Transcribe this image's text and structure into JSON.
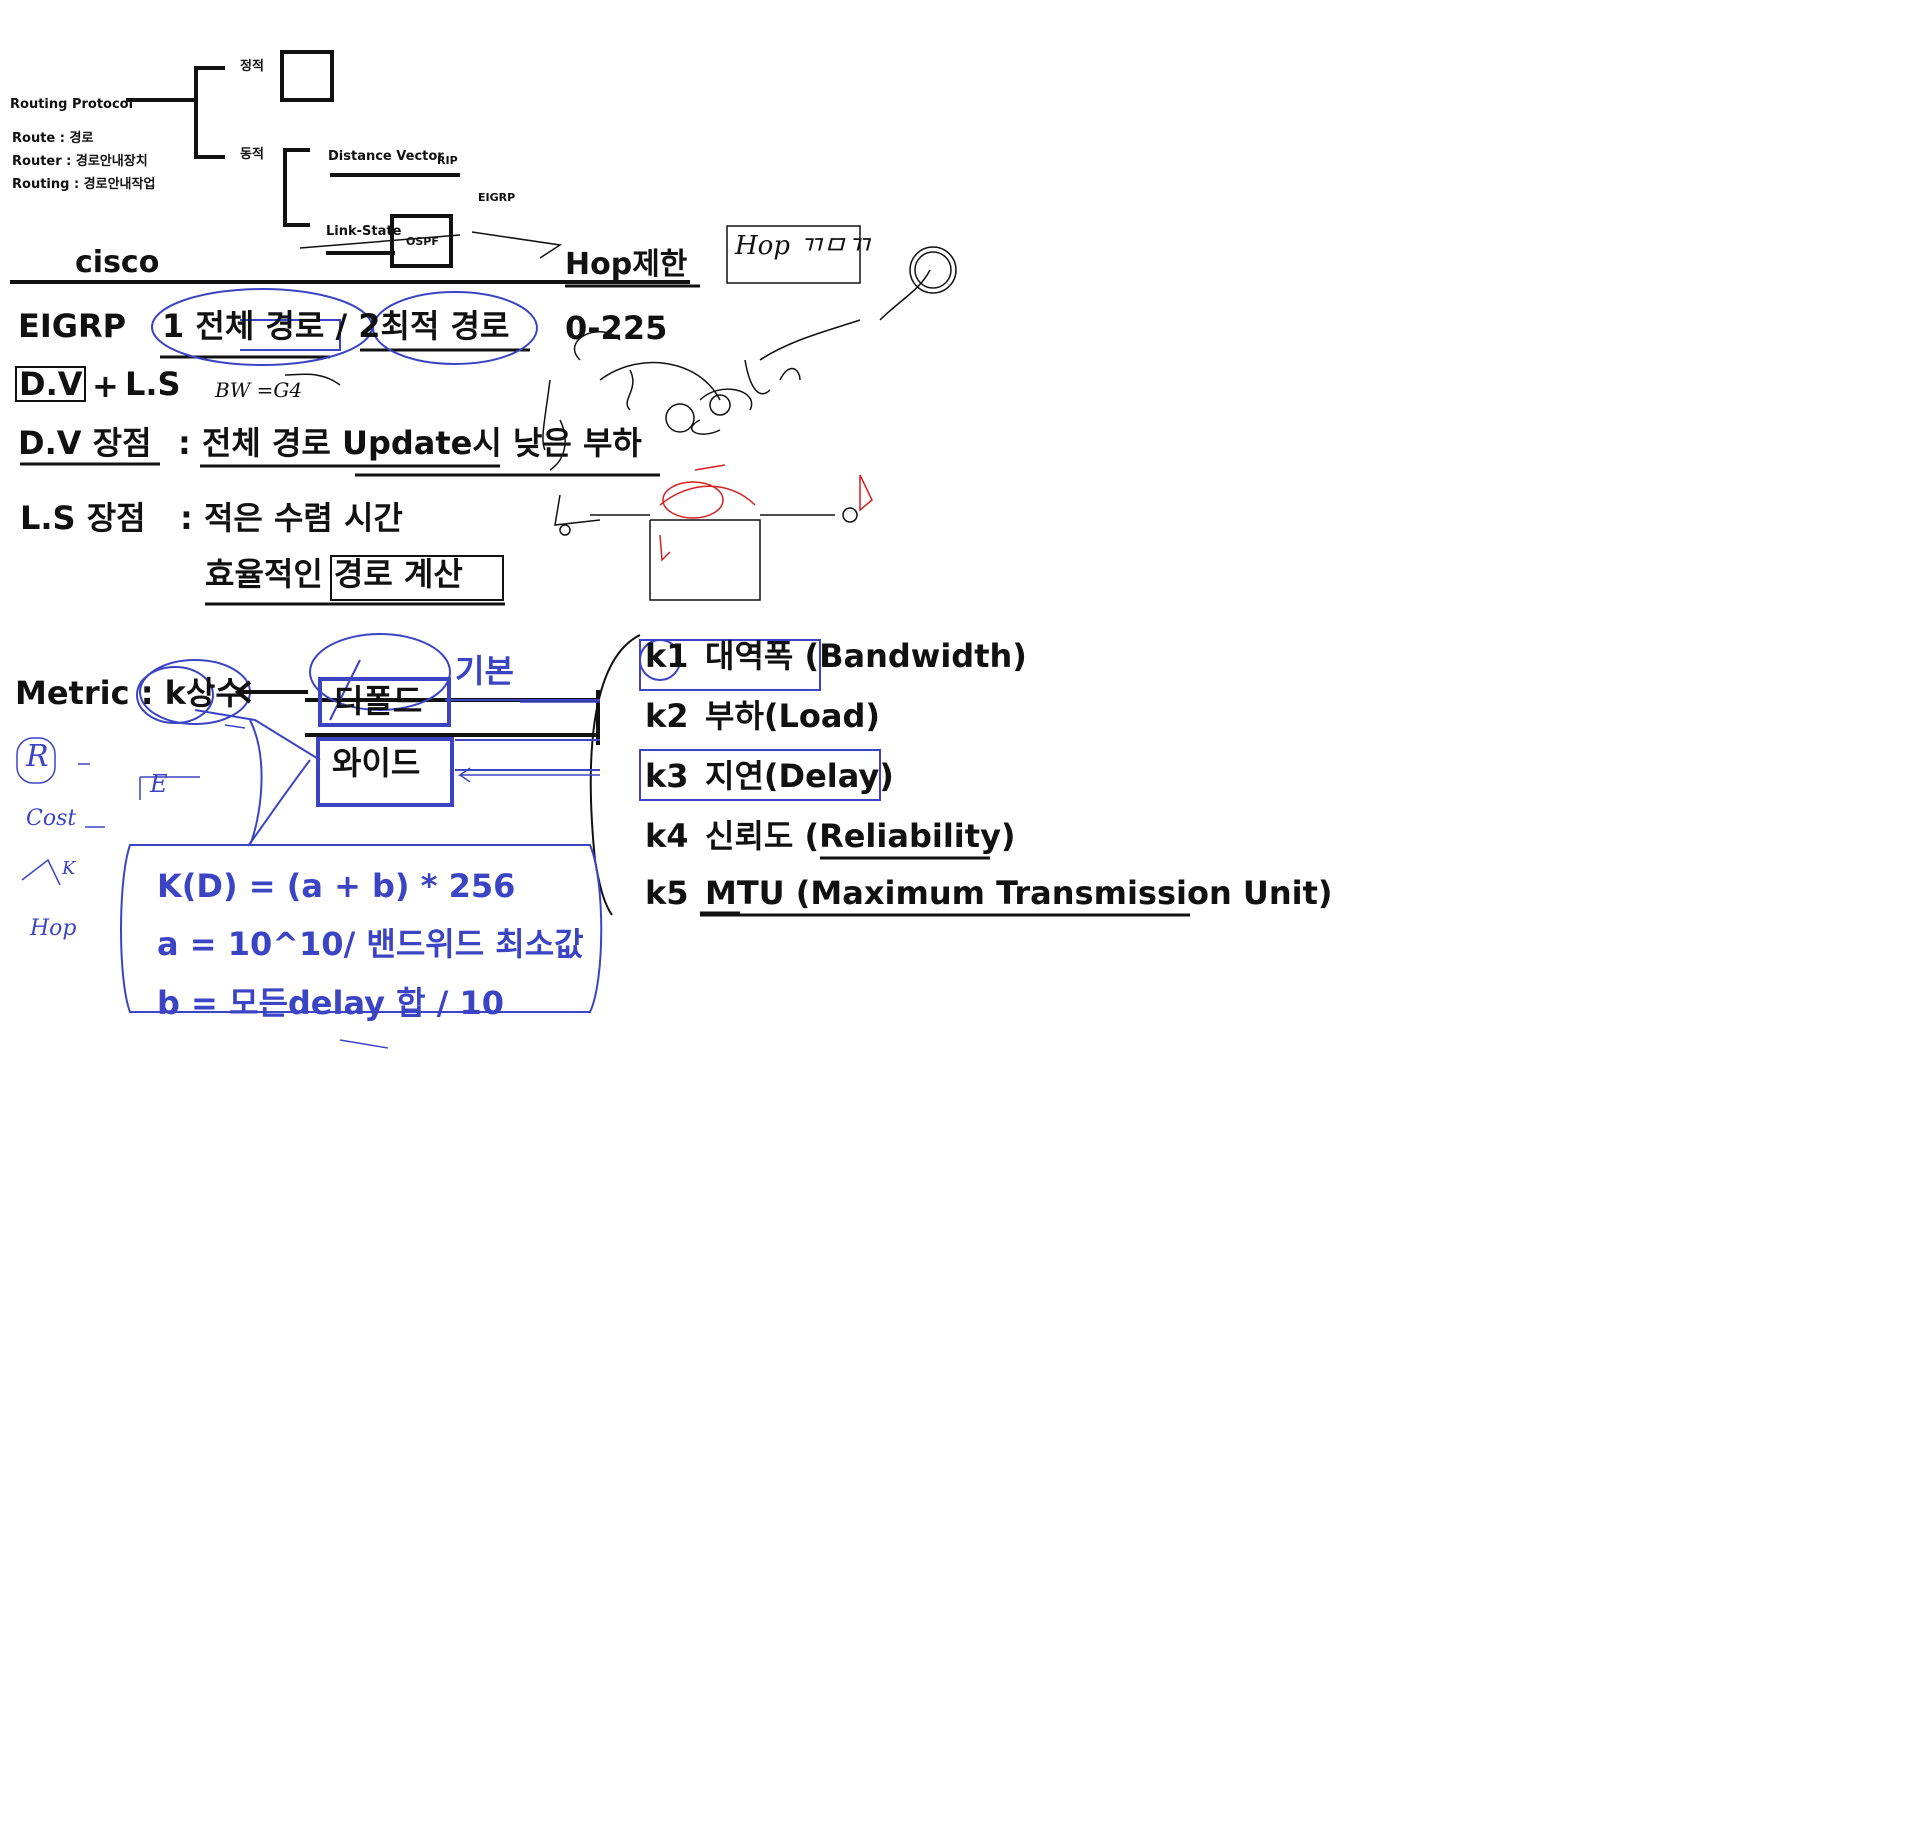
{
  "tree": {
    "root": "Routing Protocol",
    "defs": [
      "Route : 경로",
      "Router : 경로안내장치",
      "Routing : 경로안내작업"
    ],
    "static": "정적",
    "dynamic": "동적",
    "distance_vector": "Distance Vector",
    "rip": "RIP",
    "eigrp": "EIGRP",
    "link_state": "Link-State",
    "ospf": "OSPF"
  },
  "notes": {
    "cisco": "cisco",
    "hop_limit": "Hop제한",
    "hop_handwritten": "Hop ㄲㅁㄲ",
    "eigrp": "EIGRP",
    "paths": "1 전체 경로 / 2최적 경로",
    "range": "0-225",
    "dv": "D.V",
    "plus": "+",
    "ls": "L.S",
    "bw_note": "BW =G4",
    "dv_adv": "D.V 장점",
    "dv_adv_text": ": 전체 경로 Update시 낮은 부하",
    "ls_adv": "L.S 장점",
    "ls_adv_text1": ": 적은 수렴 시간",
    "ls_adv_text2": "효율적인 경로 계산"
  },
  "metric": {
    "label": "Metric : k상수",
    "default": "디폴드",
    "wide": "와이드",
    "basic": "기본",
    "k_list": [
      {
        "k": "k1",
        "text": "대역폭 (Bandwidth)"
      },
      {
        "k": "k2",
        "text": "부하(Load)"
      },
      {
        "k": "k3",
        "text": "지연(Delay)"
      },
      {
        "k": "k4",
        "text": "신뢰도 (Reliability)"
      },
      {
        "k": "k5",
        "text": "MTU (Maximum Transmission Unit)"
      }
    ],
    "formulas": [
      "K(D) = (a + b) * 256",
      "a = 10^10/ 밴드위드 최소값",
      "b = 모든delay 합 / 10"
    ]
  },
  "margin_notes": [
    "R",
    "E",
    "Cost",
    "K",
    "Hop"
  ],
  "colors": {
    "ink": "#111111",
    "blue": "#3b45c4",
    "red": "#d42020"
  }
}
